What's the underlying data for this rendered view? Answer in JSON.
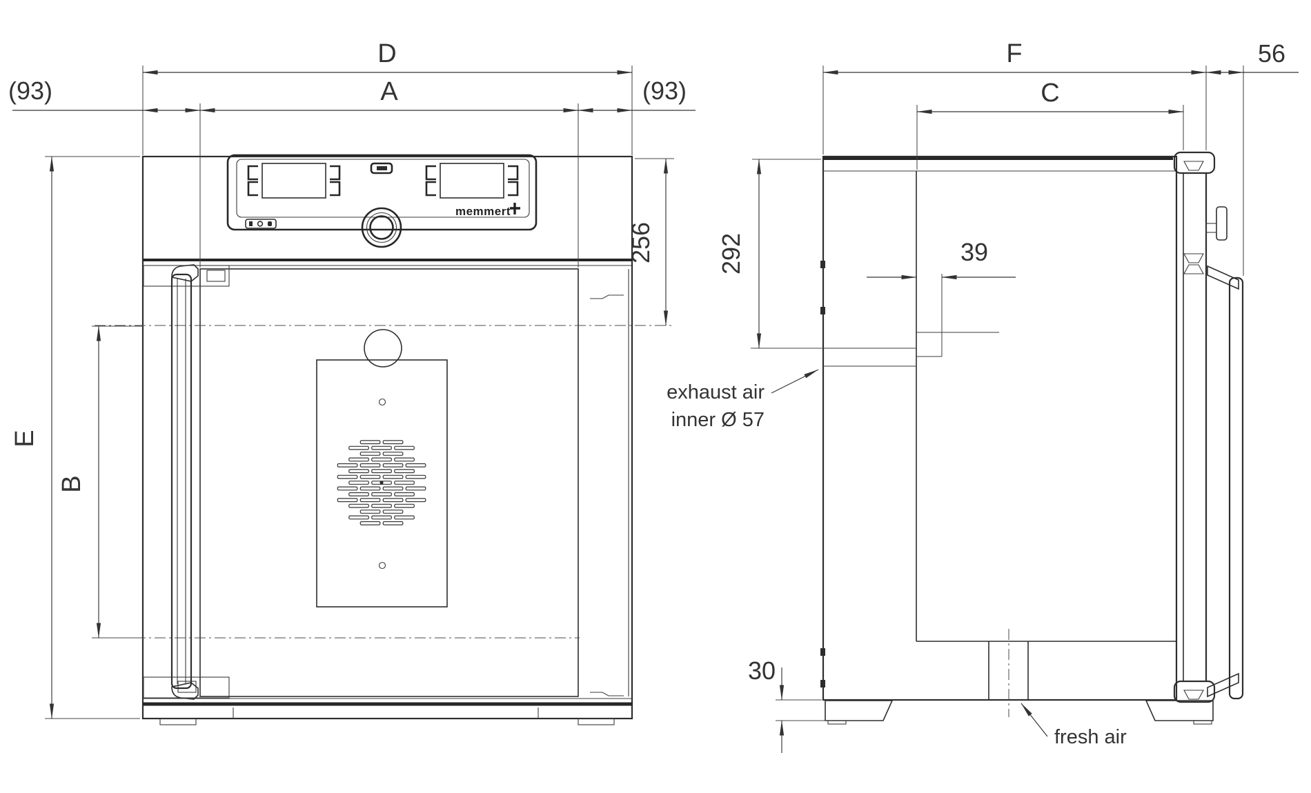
{
  "brand": {
    "logo": "memmert"
  },
  "front_view": {
    "dim_overall_width": "D",
    "dim_interior_width": "A",
    "dim_offset_left": "(93)",
    "dim_offset_right": "(93)",
    "dim_top_to_port": "256",
    "dim_overall_height": "E",
    "dim_interior_height": "B"
  },
  "side_view": {
    "dim_overall_depth": "F",
    "dim_handle_depth": "56",
    "dim_interior_depth": "C",
    "dim_top_to_exhaust": "292",
    "dim_wall_to_exhaust": "39",
    "dim_foot_height": "30",
    "exhaust_label_line1": "exhaust air",
    "exhaust_label_line2": "inner Ø 57",
    "fresh_air_label": "fresh air"
  },
  "icons": {
    "usb_port": "usb-port-icon",
    "panel_status": [
      "alarm-icon",
      "power-icon",
      "lock-icon"
    ],
    "knob": "rotary-knob",
    "exhaust_port": "exhaust-port-circle"
  },
  "colors": {
    "line": "#2d2d2d",
    "dim": "#333333",
    "background": "#ffffff"
  }
}
